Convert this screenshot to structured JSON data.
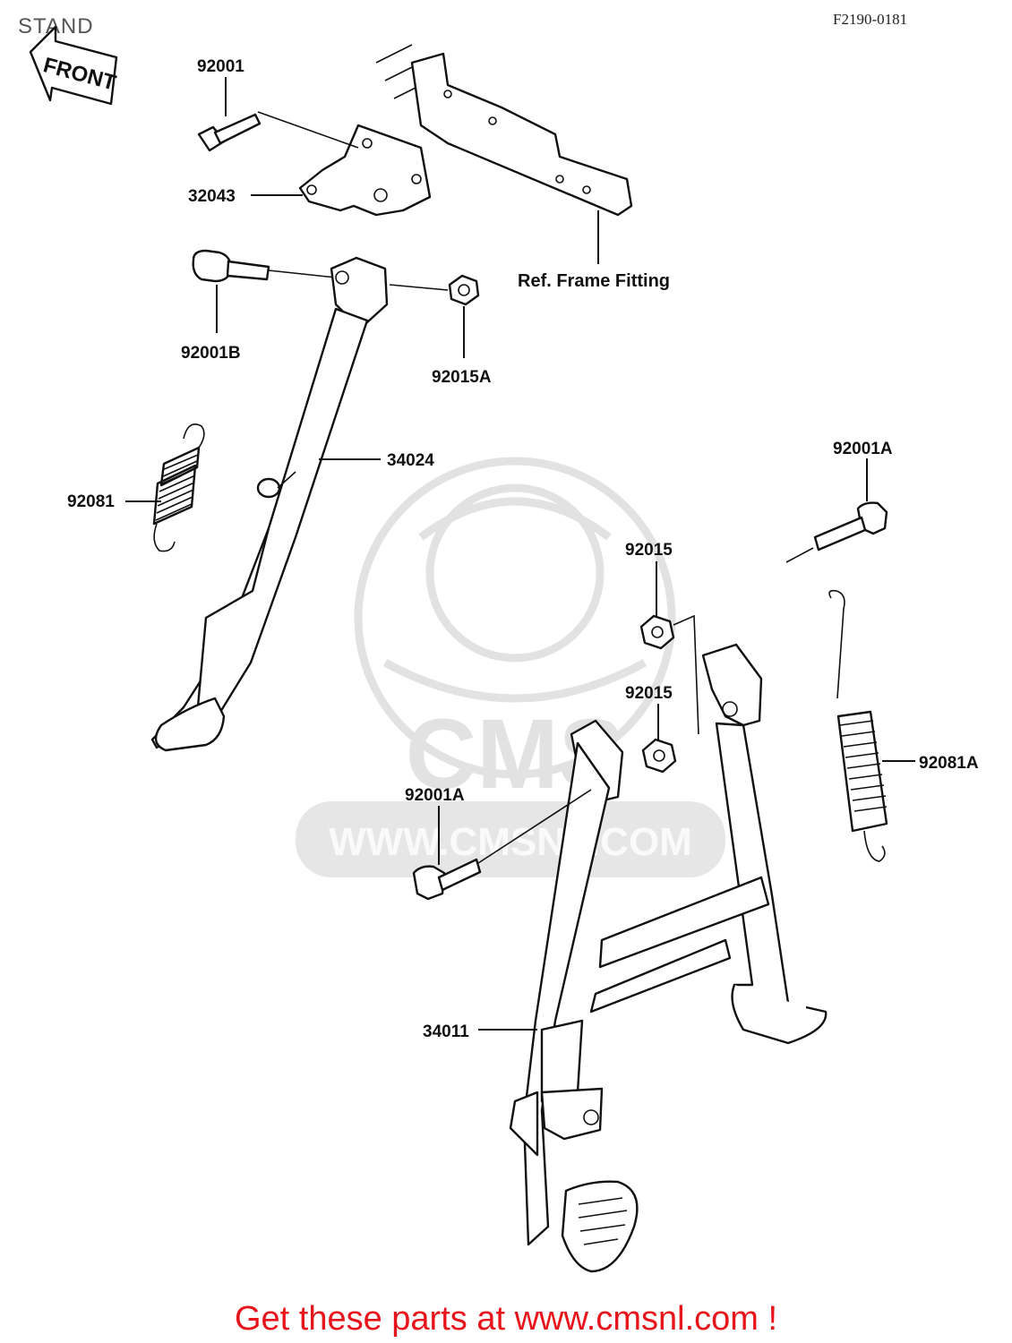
{
  "diagram": {
    "title": "STAND",
    "figure_code": "F2190-0181",
    "front_arrow_label": "FRONT",
    "reference_label": "Ref. Frame Fitting",
    "watermark": {
      "logo_text": "CMS",
      "url_text": "WWW.CMSNL.COM"
    },
    "parts": [
      {
        "number": "92001"
      },
      {
        "number": "32043"
      },
      {
        "number": "92001B"
      },
      {
        "number": "92015A"
      },
      {
        "number": "34024"
      },
      {
        "number": "92081"
      },
      {
        "number": "92001A"
      },
      {
        "number": "92015"
      },
      {
        "number": "92015"
      },
      {
        "number": "92081A"
      },
      {
        "number": "92001A"
      },
      {
        "number": "34011"
      }
    ]
  },
  "footer": {
    "link_text": "Get these parts at www.cmsnl.com !"
  },
  "colors": {
    "footer_text": "#e8141b",
    "line_art": "#111111",
    "watermark": "#e2e2e2"
  }
}
